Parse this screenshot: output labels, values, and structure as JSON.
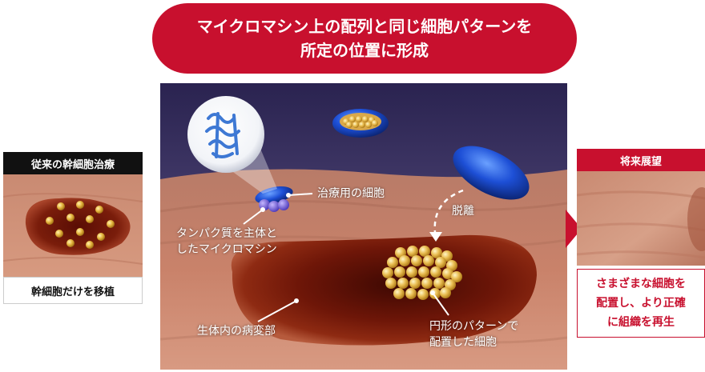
{
  "banner": {
    "line1": "マイクロマシン上の配列と同じ細胞パターンを",
    "line2": "所定の位置に形成"
  },
  "left": {
    "title": "従来の幹細胞治療",
    "caption": "幹細胞だけを移植"
  },
  "main": {
    "labels": {
      "therapy_cells": "治療用の細胞",
      "detach": "脱離",
      "machine_line1": "タンパク質を主体と",
      "machine_line2": "したマイクロマシン",
      "lesion": "生体内の病変部",
      "pattern_line1": "円形のパターンで",
      "pattern_line2": "配置した細胞"
    }
  },
  "right": {
    "title": "将来展望",
    "line1": "さまざまな細胞を",
    "line2": "配置し、より正確",
    "line3": "に組織を再生"
  },
  "colors": {
    "accent": "#c8102e",
    "tissue": "#c9826a",
    "lesion": "#6e1608",
    "machine": "#1d4fd6",
    "cell": "#e0b040"
  }
}
